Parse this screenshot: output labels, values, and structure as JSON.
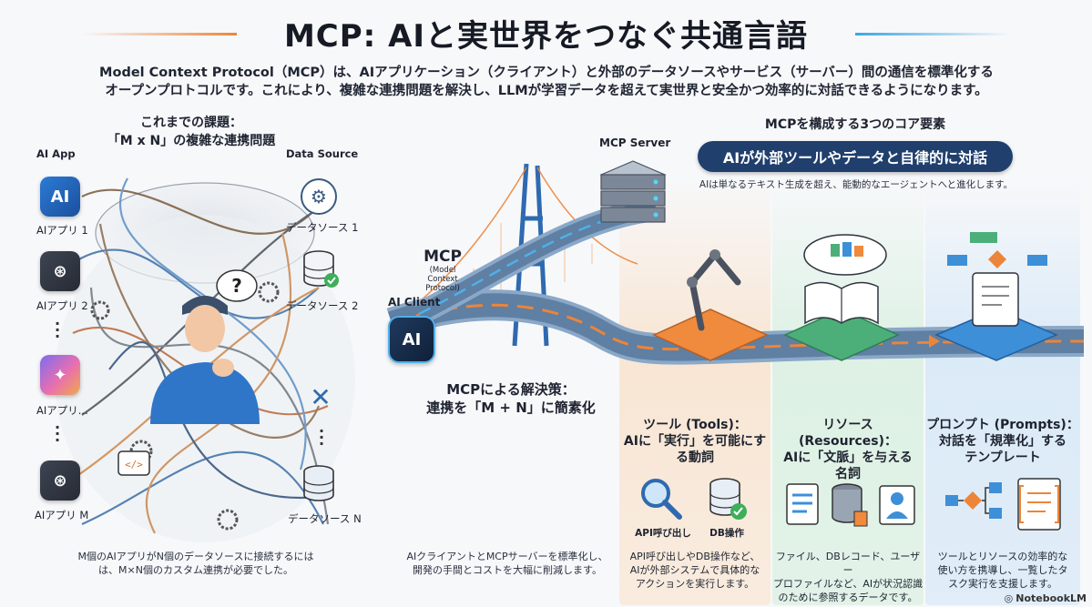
{
  "title": "MCP: AIと実世界をつなぐ共通言語",
  "intro": {
    "line1": "Model Context Protocol（MCP）は、AIアプリケーション（クライアント）と外部のデータソースやサービス（サーバー）間の通信を標準化する",
    "line2": "オープンプロトコルです。これにより、複雑な連携問題を解決し、LLMが学習データを超えて実世界と安全かつ効率的に対話できるようになります。"
  },
  "problem": {
    "title_line1": "これまでの課題：",
    "title_line2": "「M x N」の複雑な連携問題",
    "ai_app_header": "AI App",
    "data_source_header": "Data Source",
    "apps": [
      "AIアプリ 1",
      "AIアプリ 2",
      "AIアプリ...",
      "AIアプリ M"
    ],
    "sources": [
      "データソース 1",
      "データソース 2",
      "データソース N"
    ],
    "footnote_line1": "M個のAIアプリがN個のデータソースに接続するには",
    "footnote_line2": "は、M×N個のカスタム連携が必要でした。"
  },
  "solution": {
    "mcp_label": "MCP",
    "mcp_sub": "(Model Context Protocol)",
    "client_label": "AI Client",
    "client_icon_text": "AI",
    "server_label": "MCP Server",
    "title_line1": "MCPによる解決策：",
    "title_line2": "連携を「M + N」に簡素化",
    "footnote_line1": "AIクライアントとMCPサーバーを標準化し、",
    "footnote_line2": "開発の手間とコストを大幅に削減します。"
  },
  "core": {
    "header": "MCPを構成する3つのコア要素",
    "banner": "AIが外部ツールやデータと自律的に対話",
    "subtitle": "AIは単なるテキスト生成を超え、能動的なエージェントへと進化します。",
    "tools": {
      "title1": "ツール (Tools)：",
      "title2": "AIに「実行」を可能にす",
      "title3": "る動詞",
      "icon1": "API呼び出し",
      "icon2": "DB操作",
      "desc1": "API呼び出しやDB操作など、",
      "desc2": "AIが外部システムで具体的な",
      "desc3": "アクションを実行します。"
    },
    "resources": {
      "title1": "リソース (Resources)：",
      "title2": "AIに「文脈」を与える",
      "title3": "名詞",
      "desc1": "ファイル、DBレコード、ユーザー",
      "desc2": "プロファイルなど、AIが状況認識",
      "desc3": "のために参照するデータです。"
    },
    "prompts": {
      "title1": "プロンプト (Prompts)：",
      "title2": "対話を「規準化」する",
      "title3": "テンプレート",
      "desc1": "ツールとリソースの効率的な",
      "desc2": "使い方を携導し、一覧したタ",
      "desc3": "スク実行を支援します。"
    }
  },
  "footer": "NotebookLM",
  "colors": {
    "accent_orange": "#ec853a",
    "accent_blue": "#3aa7e0",
    "banner_navy": "#203f6d",
    "tools_orange": "#f08a3c",
    "resources_green": "#4caf7a",
    "prompts_blue": "#3d8fd8"
  },
  "icons": [
    "ai-app-icon",
    "chatgpt-icon",
    "sparkle-app-icon",
    "gear-icon",
    "database-icon",
    "robot-arm-icon",
    "book-icon",
    "cloud-icon",
    "flowchart-icon",
    "magnifier-icon",
    "document-icon",
    "contact-card-icon",
    "server-icon",
    "bridge-icon"
  ]
}
